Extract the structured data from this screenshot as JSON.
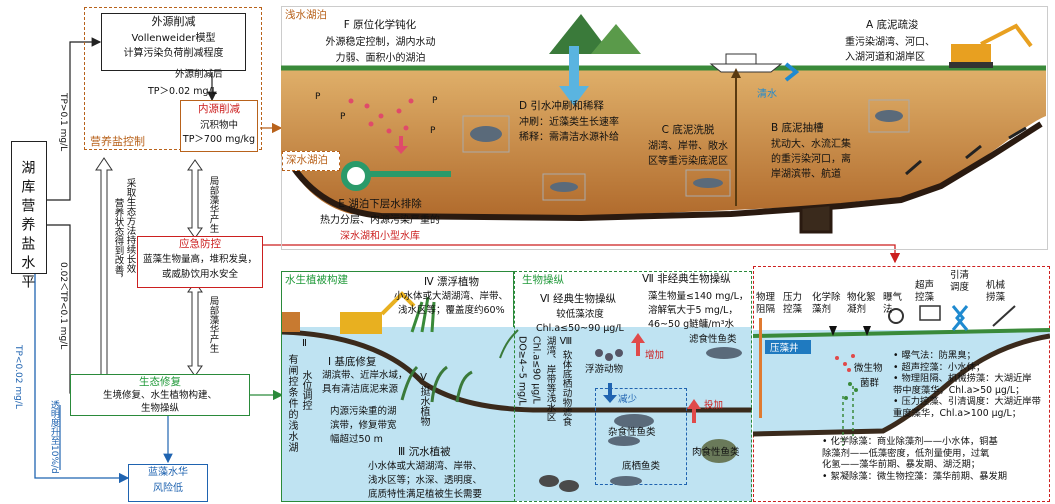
{
  "left": {
    "main_title": "湖库营养盐水平",
    "thr_high": "TP>0.1 mg/L",
    "thr_mid": "0.02＜TP<0.1 mg/L",
    "thr_low": "TP<0.02 mg/L",
    "transparency": "透明度升至",
    "transparency_value": "10%/d",
    "vert1": "营养状态得到改善，",
    "vert2": "采取生态方法持续长效",
    "vert3": "局部藻华产生",
    "vert4": "局部藻华产生"
  },
  "nutrient": {
    "label": "营养盐控制",
    "external_title": "外源削减",
    "external_body1": "Vollenweider模型",
    "external_body2": "计算污染负荷削减程度",
    "after_external": "外源削减后",
    "tp_value": "TP＞0.02 mg/L",
    "internal_title": "内源削减",
    "internal_body1": "沉积物中",
    "internal_body2": "TP＞700 mg/kg"
  },
  "emergency": {
    "title": "应急防控",
    "body1": "蓝藻生物量高，堆积发臭，",
    "body2": "或威胁饮用水安全"
  },
  "ecological": {
    "title": "生态修复",
    "body1": "生境修复、水生植物构建、",
    "body2": "生物操纵"
  },
  "bloom_low": {
    "line1": "蓝藻水华",
    "line2": "风险低"
  },
  "top": {
    "shallow_label": "浅水湖泊",
    "deep_label": "深水湖泊",
    "F_title": "F 原位化学钝化",
    "F_body1": "外源稳定控制，湖内水动",
    "F_body2": "力弱、面积小的湖泊",
    "A_title": "A 底泥疏浚",
    "A_body1": "重污染湖湾、河口、",
    "A_body2": "入湖河道和湖岸区",
    "D_title": "D 引水冲刷和稀释",
    "D_body1": "冲刷：近藻类生长速率",
    "D_body2": "稀释：需清洁水源补给",
    "clean_water": "清水",
    "C_title": "C 底泥洗脱",
    "C_body1": "湖湾、岸带、敞水",
    "C_body2": "区等重污染底泥区",
    "B_title": "B 底泥抽槽",
    "B_body1": "扰动大、水流汇集",
    "B_body2": "的重污染河口，离",
    "B_body3": "岸湖滨带、航道",
    "E_title": "E 湖泊下层水排除",
    "E_body1": "热力分层、内源污染严重的",
    "E_body2": "深水湖和小型水库",
    "P": "P"
  },
  "bottom_left": {
    "section_title": "水生植被构建",
    "vert_shallow": "有闸控条件的浅水湖",
    "II_title": "Ⅱ",
    "II_body": "水位调控",
    "I_title": "Ⅰ 基底修复",
    "I_body1": "湖滨带、近岸水域，",
    "I_body2": "具有清洁底泥来源",
    "I_body3": "内源污染重的湖",
    "I_body4": "滨带，修复带宽",
    "I_body5": "幅超过50 m",
    "IV_title": "Ⅳ 漂浮植物",
    "IV_body1": "小水体或大湖湖湾、岸带、",
    "IV_body2": "浅水区等；覆盖度约60%",
    "V_vert": "Ⅴ 挺水植物",
    "III_title": "Ⅲ 沉水植被",
    "III_body1": "小水体或大湖湖湾、岸带、",
    "III_body2": "浅水区等；水深、透明度、",
    "III_body3": "底质特性满足植被生长需要"
  },
  "bottom_mid": {
    "section_title": "生物操纵",
    "VI_title": "Ⅵ 经典生物操纵",
    "VI_body1": "较低藻浓度",
    "VI_body2": "Chl.a≤50~90 μg/L",
    "VII_title": "Ⅶ 非经典生物操纵",
    "VII_body1": "藻生物量≤140 mg/L，",
    "VII_body2": "溶解氧大于5 mg/L，",
    "VII_body3": "46~50 g鲢鳙/m³水",
    "vert_do": "DO≥4~5 mg/L",
    "vert_chl": "Chl.a≤90 μg/L",
    "vert_area": "湖湾、岸带等浅水区",
    "VIII_vert": "Ⅷ 软体底栖动物滤食",
    "zooplankton": "浮游动物",
    "increase": "增加",
    "decrease": "减少",
    "add": "投加",
    "filter_fish": "滤食性鱼类",
    "omni_fish": "杂食性鱼类",
    "benthic_fish": "底栖鱼类",
    "carni_fish": "肉食性鱼类"
  },
  "bottom_right": {
    "labels": [
      "物理阻隔",
      "压力控藻",
      "化学除藻剂",
      "物化絮凝剂",
      "曝气法",
      "超声控藻",
      "引清调度",
      "机械捞藻"
    ],
    "pressure_well": "压藻井",
    "microbe1": "微生物",
    "microbe2": "菌群",
    "notes": [
      "• 曝气法：防黑臭；",
      "• 超声控藻：小水体；",
      "• 物理阻隔、机械捞藻：大湖近岸",
      "  带中度藻华，Chl.a>50 μg/L；",
      "• 压力控藻、引清调度：大湖近岸带",
      "  重度藻华，Chl.a>100 μg/L；",
      "• 化学除藻：商业除藻剂——小水体，铜基",
      "  除藻剂——低藻密度，低剂量使用，过氧",
      "  化氢——藻华前期、暴发期、湖泛期；",
      "• 絮凝除藻：微生物控藻：藻华前期、暴发期"
    ]
  },
  "colors": {
    "red": "#cc1f1f",
    "blue": "#1f63b0",
    "green": "#219a3a",
    "orange": "#b8621b",
    "sediment": "#c08040",
    "water": "#bfe3f2"
  }
}
